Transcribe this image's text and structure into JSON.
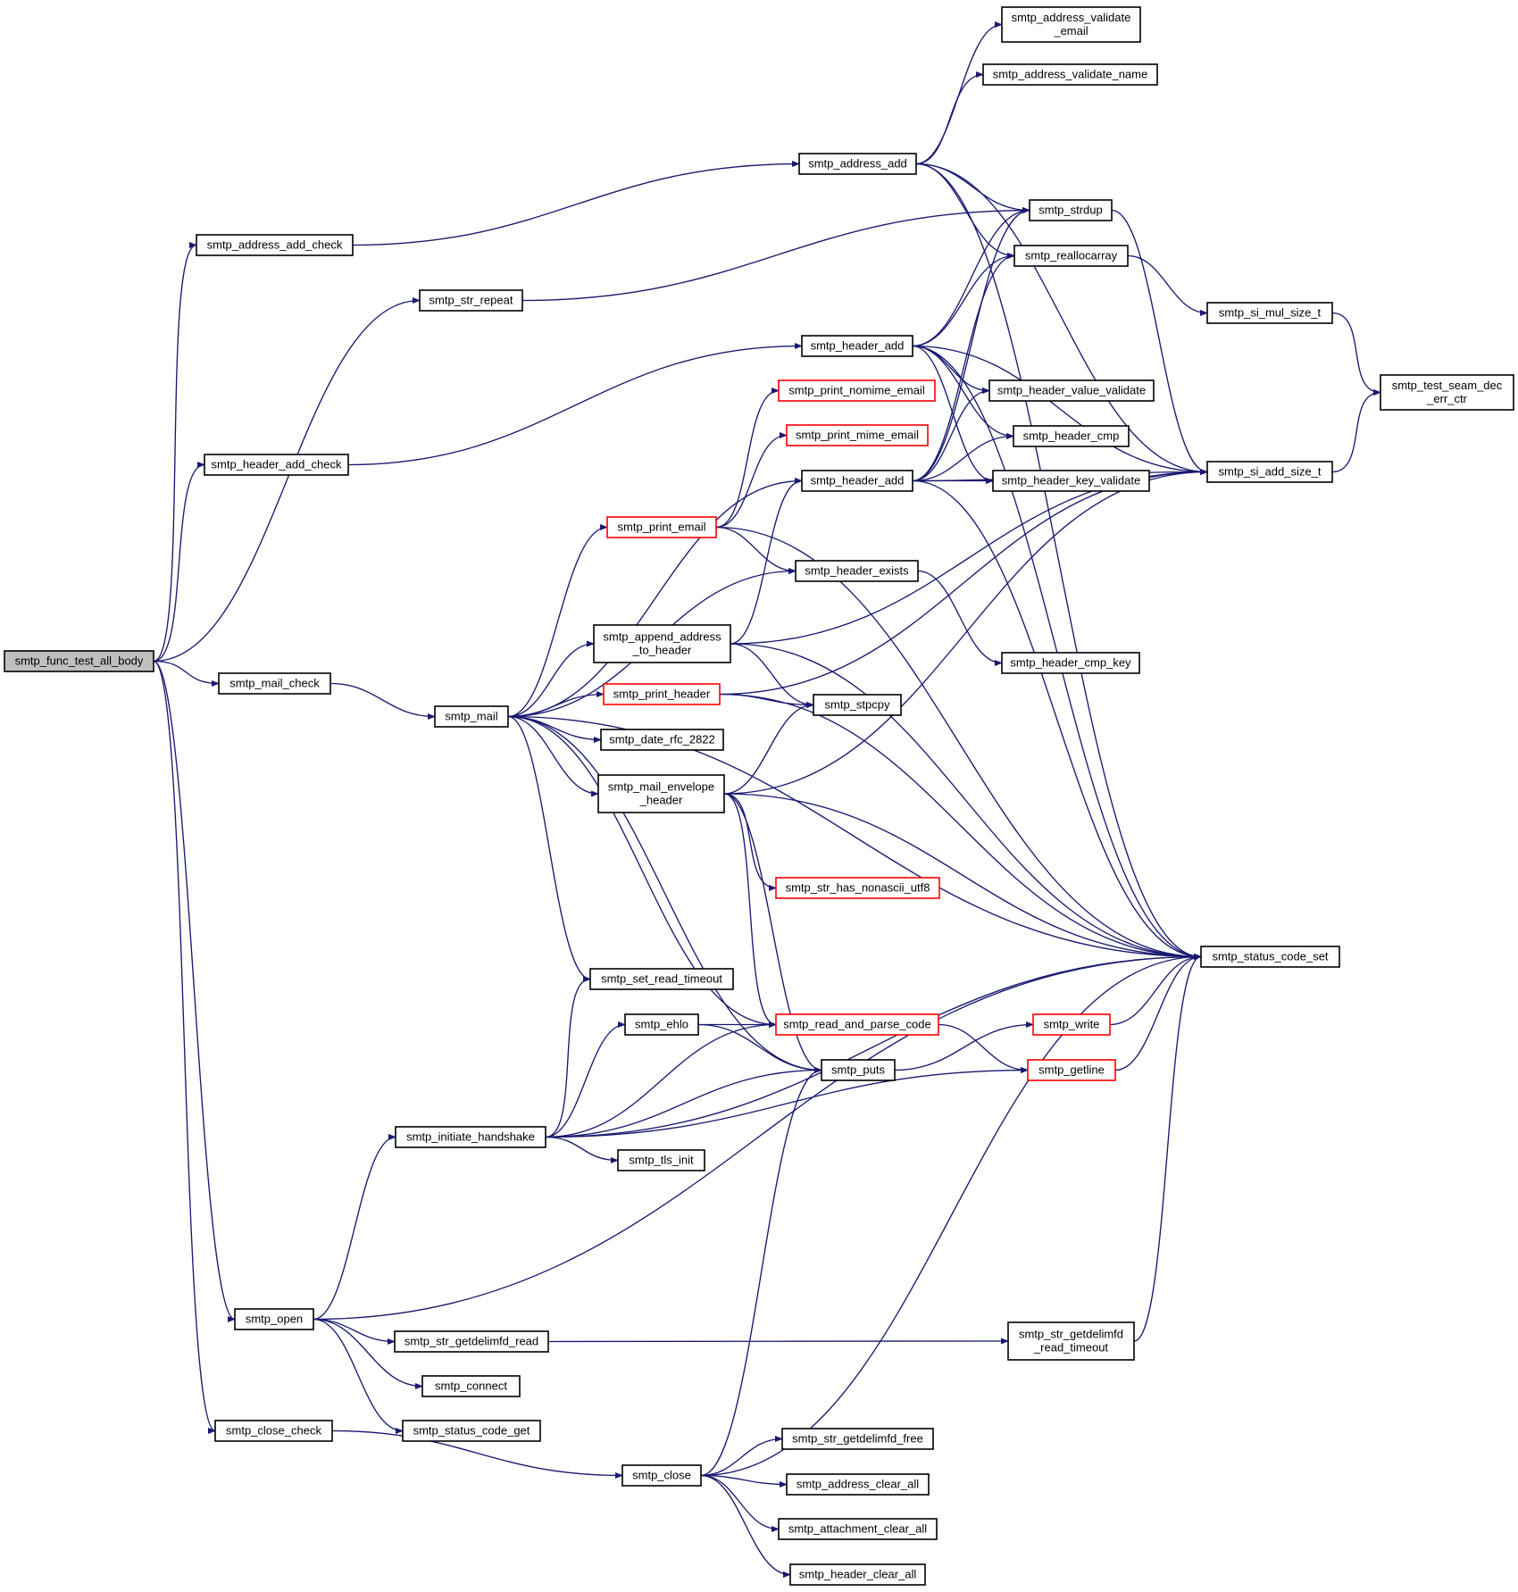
{
  "graph": {
    "nodes": [
      {
        "id": "func_test_all_body",
        "lines": [
          "smtp_func_test_all_body"
        ],
        "style": "root"
      },
      {
        "id": "address_add_check",
        "lines": [
          "smtp_address_add_check"
        ],
        "style": "normal"
      },
      {
        "id": "str_repeat",
        "lines": [
          "smtp_str_repeat"
        ],
        "style": "normal"
      },
      {
        "id": "header_add_check",
        "lines": [
          "smtp_header_add_check"
        ],
        "style": "normal"
      },
      {
        "id": "mail_check",
        "lines": [
          "smtp_mail_check"
        ],
        "style": "normal"
      },
      {
        "id": "open",
        "lines": [
          "smtp_open"
        ],
        "style": "normal"
      },
      {
        "id": "close_check",
        "lines": [
          "smtp_close_check"
        ],
        "style": "normal"
      },
      {
        "id": "mail",
        "lines": [
          "smtp_mail"
        ],
        "style": "normal"
      },
      {
        "id": "initiate_handshake",
        "lines": [
          "smtp_initiate_handshake"
        ],
        "style": "normal"
      },
      {
        "id": "str_getdelimfd_read",
        "lines": [
          "smtp_str_getdelimfd_read"
        ],
        "style": "normal"
      },
      {
        "id": "connect",
        "lines": [
          "smtp_connect"
        ],
        "style": "normal"
      },
      {
        "id": "status_code_get",
        "lines": [
          "smtp_status_code_get"
        ],
        "style": "normal"
      },
      {
        "id": "print_email",
        "lines": [
          "smtp_print_email"
        ],
        "style": "partial"
      },
      {
        "id": "append_address_to_header",
        "lines": [
          "smtp_append_address",
          "_to_header"
        ],
        "style": "normal"
      },
      {
        "id": "print_header",
        "lines": [
          "smtp_print_header"
        ],
        "style": "partial"
      },
      {
        "id": "date_rfc_2822",
        "lines": [
          "smtp_date_rfc_2822"
        ],
        "style": "normal"
      },
      {
        "id": "mail_envelope_header",
        "lines": [
          "smtp_mail_envelope",
          "_header"
        ],
        "style": "normal"
      },
      {
        "id": "set_read_timeout",
        "lines": [
          "smtp_set_read_timeout"
        ],
        "style": "normal"
      },
      {
        "id": "ehlo",
        "lines": [
          "smtp_ehlo"
        ],
        "style": "normal"
      },
      {
        "id": "tls_init",
        "lines": [
          "smtp_tls_init"
        ],
        "style": "normal"
      },
      {
        "id": "close",
        "lines": [
          "smtp_close"
        ],
        "style": "normal"
      },
      {
        "id": "address_add",
        "lines": [
          "smtp_address_add"
        ],
        "style": "normal"
      },
      {
        "id": "header_add_a",
        "lines": [
          "smtp_header_add"
        ],
        "style": "normal"
      },
      {
        "id": "print_nomime_email",
        "lines": [
          "smtp_print_nomime_email"
        ],
        "style": "partial"
      },
      {
        "id": "print_mime_email",
        "lines": [
          "smtp_print_mime_email"
        ],
        "style": "partial"
      },
      {
        "id": "header_add_b",
        "lines": [
          "smtp_header_add"
        ],
        "style": "normal"
      },
      {
        "id": "header_exists",
        "lines": [
          "smtp_header_exists"
        ],
        "style": "normal"
      },
      {
        "id": "stpcpy",
        "lines": [
          "smtp_stpcpy"
        ],
        "style": "normal"
      },
      {
        "id": "str_has_nonascii_utf8",
        "lines": [
          "smtp_str_has_nonascii_utf8"
        ],
        "style": "partial"
      },
      {
        "id": "read_and_parse_code",
        "lines": [
          "smtp_read_and_parse_code"
        ],
        "style": "partial"
      },
      {
        "id": "puts",
        "lines": [
          "smtp_puts"
        ],
        "style": "normal"
      },
      {
        "id": "str_getdelimfd_free",
        "lines": [
          "smtp_str_getdelimfd_free"
        ],
        "style": "normal"
      },
      {
        "id": "address_clear_all",
        "lines": [
          "smtp_address_clear_all"
        ],
        "style": "normal"
      },
      {
        "id": "attachment_clear_all",
        "lines": [
          "smtp_attachment_clear_all"
        ],
        "style": "normal"
      },
      {
        "id": "header_clear_all",
        "lines": [
          "smtp_header_clear_all"
        ],
        "style": "normal"
      },
      {
        "id": "address_validate_email",
        "lines": [
          "smtp_address_validate",
          "_email"
        ],
        "style": "normal"
      },
      {
        "id": "address_validate_name",
        "lines": [
          "smtp_address_validate_name"
        ],
        "style": "normal"
      },
      {
        "id": "strdup",
        "lines": [
          "smtp_strdup"
        ],
        "style": "normal"
      },
      {
        "id": "reallocarray",
        "lines": [
          "smtp_reallocarray"
        ],
        "style": "normal"
      },
      {
        "id": "header_value_validate",
        "lines": [
          "smtp_header_value_validate"
        ],
        "style": "normal"
      },
      {
        "id": "header_cmp",
        "lines": [
          "smtp_header_cmp"
        ],
        "style": "normal"
      },
      {
        "id": "header_key_validate",
        "lines": [
          "smtp_header_key_validate"
        ],
        "style": "normal"
      },
      {
        "id": "header_cmp_key",
        "lines": [
          "smtp_header_cmp_key"
        ],
        "style": "normal"
      },
      {
        "id": "write",
        "lines": [
          "smtp_write"
        ],
        "style": "partial"
      },
      {
        "id": "getline",
        "lines": [
          "smtp_getline"
        ],
        "style": "partial"
      },
      {
        "id": "str_getdelimfd_read_timeout",
        "lines": [
          "smtp_str_getdelimfd",
          "_read_timeout"
        ],
        "style": "normal"
      },
      {
        "id": "si_mul_size_t",
        "lines": [
          "smtp_si_mul_size_t"
        ],
        "style": "normal"
      },
      {
        "id": "si_add_size_t",
        "lines": [
          "smtp_si_add_size_t"
        ],
        "style": "normal"
      },
      {
        "id": "status_code_set",
        "lines": [
          "smtp_status_code_set"
        ],
        "style": "normal"
      },
      {
        "id": "test_seam_dec_err_ctr",
        "lines": [
          "smtp_test_seam_dec",
          "_err_ctr"
        ],
        "style": "normal"
      }
    ],
    "edges": [
      [
        "func_test_all_body",
        "address_add_check"
      ],
      [
        "func_test_all_body",
        "str_repeat"
      ],
      [
        "func_test_all_body",
        "header_add_check"
      ],
      [
        "func_test_all_body",
        "mail_check"
      ],
      [
        "func_test_all_body",
        "open"
      ],
      [
        "func_test_all_body",
        "close_check"
      ],
      [
        "address_add_check",
        "address_add"
      ],
      [
        "str_repeat",
        "strdup"
      ],
      [
        "header_add_check",
        "header_add_a"
      ],
      [
        "mail_check",
        "mail"
      ],
      [
        "close_check",
        "close"
      ],
      [
        "open",
        "initiate_handshake"
      ],
      [
        "open",
        "str_getdelimfd_read"
      ],
      [
        "open",
        "connect"
      ],
      [
        "open",
        "status_code_get"
      ],
      [
        "open",
        "status_code_set"
      ],
      [
        "mail",
        "print_email"
      ],
      [
        "mail",
        "header_add_b"
      ],
      [
        "mail",
        "header_exists"
      ],
      [
        "mail",
        "append_address_to_header"
      ],
      [
        "mail",
        "print_header"
      ],
      [
        "mail",
        "date_rfc_2822"
      ],
      [
        "mail",
        "mail_envelope_header"
      ],
      [
        "mail",
        "set_read_timeout"
      ],
      [
        "mail",
        "read_and_parse_code"
      ],
      [
        "mail",
        "puts"
      ],
      [
        "mail",
        "status_code_set"
      ],
      [
        "initiate_handshake",
        "set_read_timeout"
      ],
      [
        "initiate_handshake",
        "ehlo"
      ],
      [
        "initiate_handshake",
        "puts"
      ],
      [
        "initiate_handshake",
        "read_and_parse_code"
      ],
      [
        "initiate_handshake",
        "getline"
      ],
      [
        "initiate_handshake",
        "tls_init"
      ],
      [
        "initiate_handshake",
        "status_code_set"
      ],
      [
        "str_getdelimfd_read",
        "str_getdelimfd_read_timeout"
      ],
      [
        "str_getdelimfd_read_timeout",
        "status_code_set"
      ],
      [
        "close",
        "puts"
      ],
      [
        "close",
        "str_getdelimfd_free"
      ],
      [
        "close",
        "address_clear_all"
      ],
      [
        "close",
        "attachment_clear_all"
      ],
      [
        "close",
        "header_clear_all"
      ],
      [
        "close",
        "status_code_set"
      ],
      [
        "address_add",
        "address_validate_email"
      ],
      [
        "address_add",
        "address_validate_name"
      ],
      [
        "address_add",
        "strdup"
      ],
      [
        "address_add",
        "reallocarray"
      ],
      [
        "address_add",
        "si_add_size_t"
      ],
      [
        "address_add",
        "status_code_set"
      ],
      [
        "header_add_a",
        "strdup"
      ],
      [
        "header_add_a",
        "reallocarray"
      ],
      [
        "header_add_a",
        "header_value_validate"
      ],
      [
        "header_add_a",
        "header_cmp"
      ],
      [
        "header_add_a",
        "header_key_validate"
      ],
      [
        "header_add_a",
        "si_add_size_t"
      ],
      [
        "header_add_a",
        "status_code_set"
      ],
      [
        "print_email",
        "print_nomime_email"
      ],
      [
        "print_email",
        "print_mime_email"
      ],
      [
        "print_email",
        "header_exists"
      ],
      [
        "print_email",
        "status_code_set"
      ],
      [
        "header_add_b",
        "strdup"
      ],
      [
        "header_add_b",
        "reallocarray"
      ],
      [
        "header_add_b",
        "header_value_validate"
      ],
      [
        "header_add_b",
        "header_cmp"
      ],
      [
        "header_add_b",
        "header_key_validate"
      ],
      [
        "header_add_b",
        "si_add_size_t"
      ],
      [
        "header_add_b",
        "status_code_set"
      ],
      [
        "header_exists",
        "header_cmp_key"
      ],
      [
        "append_address_to_header",
        "header_add_b"
      ],
      [
        "append_address_to_header",
        "stpcpy"
      ],
      [
        "append_address_to_header",
        "si_add_size_t"
      ],
      [
        "append_address_to_header",
        "status_code_set"
      ],
      [
        "print_header",
        "stpcpy"
      ],
      [
        "print_header",
        "si_add_size_t"
      ],
      [
        "print_header",
        "status_code_set"
      ],
      [
        "mail_envelope_header",
        "stpcpy"
      ],
      [
        "mail_envelope_header",
        "str_has_nonascii_utf8"
      ],
      [
        "mail_envelope_header",
        "read_and_parse_code"
      ],
      [
        "mail_envelope_header",
        "puts"
      ],
      [
        "mail_envelope_header",
        "si_add_size_t"
      ],
      [
        "mail_envelope_header",
        "status_code_set"
      ],
      [
        "ehlo",
        "read_and_parse_code"
      ],
      [
        "ehlo",
        "puts"
      ],
      [
        "read_and_parse_code",
        "getline"
      ],
      [
        "puts",
        "write"
      ],
      [
        "write",
        "status_code_set"
      ],
      [
        "getline",
        "status_code_set"
      ],
      [
        "strdup",
        "si_add_size_t"
      ],
      [
        "reallocarray",
        "si_mul_size_t"
      ],
      [
        "si_mul_size_t",
        "test_seam_dec_err_ctr"
      ],
      [
        "si_add_size_t",
        "test_seam_dec_err_ctr"
      ]
    ]
  }
}
